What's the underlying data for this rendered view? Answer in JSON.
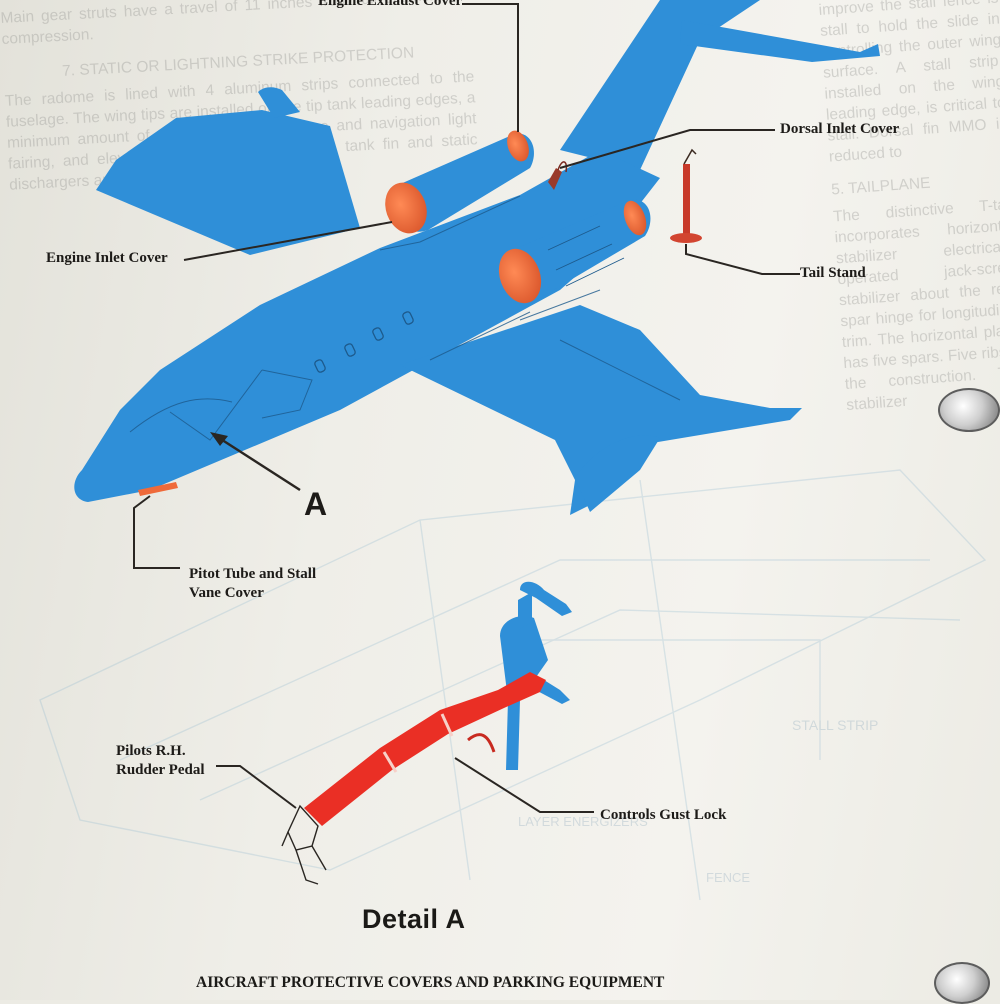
{
  "background_text": {
    "right_column": "improve the stall fence is stall to hold the slide in controlling the outer wing surface. A stall strip, installed on the wing leading edge, is critical to stall. Dorsal fin MMO is reduced to",
    "right_heading": "5. TAILPLANE",
    "right_column_2": "The distinctive T-tail incorporates horizontal stabilizer electrically operated jack-screw stabilizer about the rear spar hinge for longitudinal trim. The horizontal plane has five spars. Five ribs in the construction. The stabilizer",
    "left_column": "Main gear struts have a travel of 11 inches from full extension to compression.",
    "left_heading": "7. STATIC OR LIGHTNING STRIKE PROTECTION",
    "left_column_2": "The radome is lined with 4 aluminum strips connected to the fuselage. The wing tips are installed on the tip tank leading edges, a minimum amount of the tip tank fin, tailcone and navigation light fairing, and elevators are secured to the tail, tank fin and static dischargers are riveted to the surface.",
    "ghost_labels": [
      "STALL STRIP",
      "LAYER ENERGIZERS",
      "FENCE"
    ]
  },
  "callouts": {
    "engine_exhaust_cover": "Engine Exhaust Cover",
    "dorsal_inlet_cover": "Dorsal Inlet Cover",
    "engine_inlet_cover": "Engine Inlet Cover",
    "tail_stand": "Tail Stand",
    "pitot_tube_cover": "Pitot Tube and Stall Vane Cover",
    "pilots_rudder_pedal": "Pilots R.H. Rudder Pedal",
    "controls_gust_lock": "Controls Gust Lock",
    "detail_marker": "A"
  },
  "detail_title": "Detail A",
  "caption": "AIRCRAFT PROTECTIVE COVERS AND PARKING EQUIPMENT",
  "colors": {
    "aircraft_blue": "#2f8fd8",
    "cover_orange": "#ef6a3a",
    "gust_lock_red": "#ea2f25",
    "leader_line": "#2a2622"
  }
}
